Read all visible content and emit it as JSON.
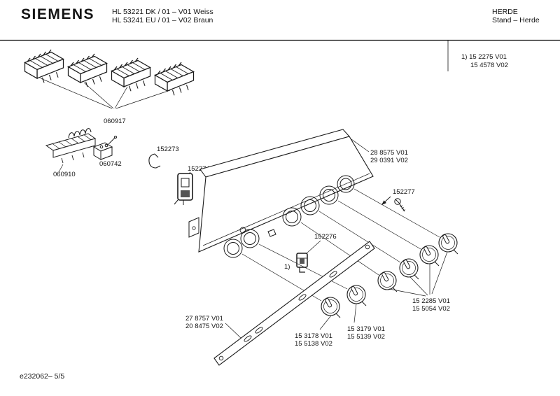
{
  "header": {
    "brand": "SIEMENS",
    "model_line1": "HL 53221 DK / 01 – V01 Weiss",
    "model_line2": "HL 53241 EU / 01 – V02 Braun",
    "section": "HERDE",
    "section_sub": "Stand – Herde"
  },
  "notes": {
    "line1": "1) 15 2275 V01",
    "line2": "15 4578 V02"
  },
  "parts": {
    "switch_bank": "060917",
    "terminal_strip": "060910",
    "micro_switch": "060742",
    "bracket": "152273",
    "button_housing": "152274",
    "panel": {
      "v01": "28 8575 V01",
      "v02": "29 0391 V02"
    },
    "screw": "152277",
    "clip": "152276",
    "clip_note": "1)",
    "trim_rail": {
      "v01": "27 8757 V01",
      "v02": "20 8475 V02"
    },
    "knob_left": {
      "v01": "15 3178 V01",
      "v02": "15 5138 V02"
    },
    "knob_mid": {
      "v01": "15 3179 V01",
      "v02": "15 5139 V02"
    },
    "knob_set": {
      "v01": "15 2285 V01",
      "v02": "15 5054 V02"
    }
  },
  "footer": {
    "doc_ref": "e232062– 5/5"
  },
  "colors": {
    "ink": "#1a1a1a",
    "background": "#ffffff"
  }
}
